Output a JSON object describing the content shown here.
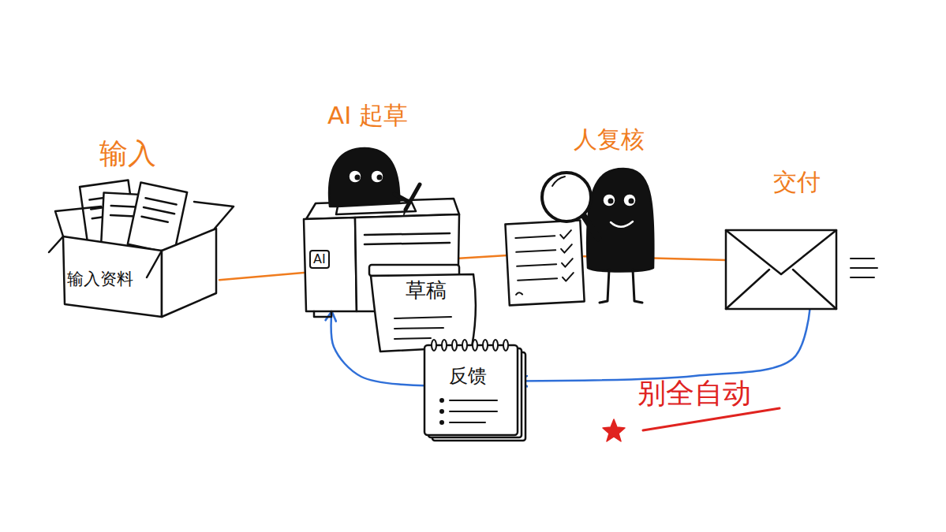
{
  "diagram": {
    "nodes": [
      {
        "text": [
          "输入",
          "输入资料"
        ]
      },
      {
        "text": [
          "AI 起草",
          "AI"
        ]
      },
      {
        "text": [
          "草稿"
        ],
        "in": 1
      },
      {
        "text": [
          "人复核"
        ]
      },
      {
        "text": [
          "交付"
        ]
      },
      {
        "text": [
          "反馈"
        ]
      }
    ],
    "edges": [
      {
        "from": 0,
        "to": 1,
        "arrow": "none"
      },
      {
        "from": 1,
        "to": 3,
        "arrow": "none"
      },
      {
        "from": 3,
        "to": 4,
        "arrow": "none"
      },
      {
        "from": 4,
        "to": 5,
        "arrow": "to"
      },
      {
        "from": 5,
        "to": 1,
        "arrow": "to"
      }
    ],
    "labels": [
      "别全自动"
    ]
  }
}
